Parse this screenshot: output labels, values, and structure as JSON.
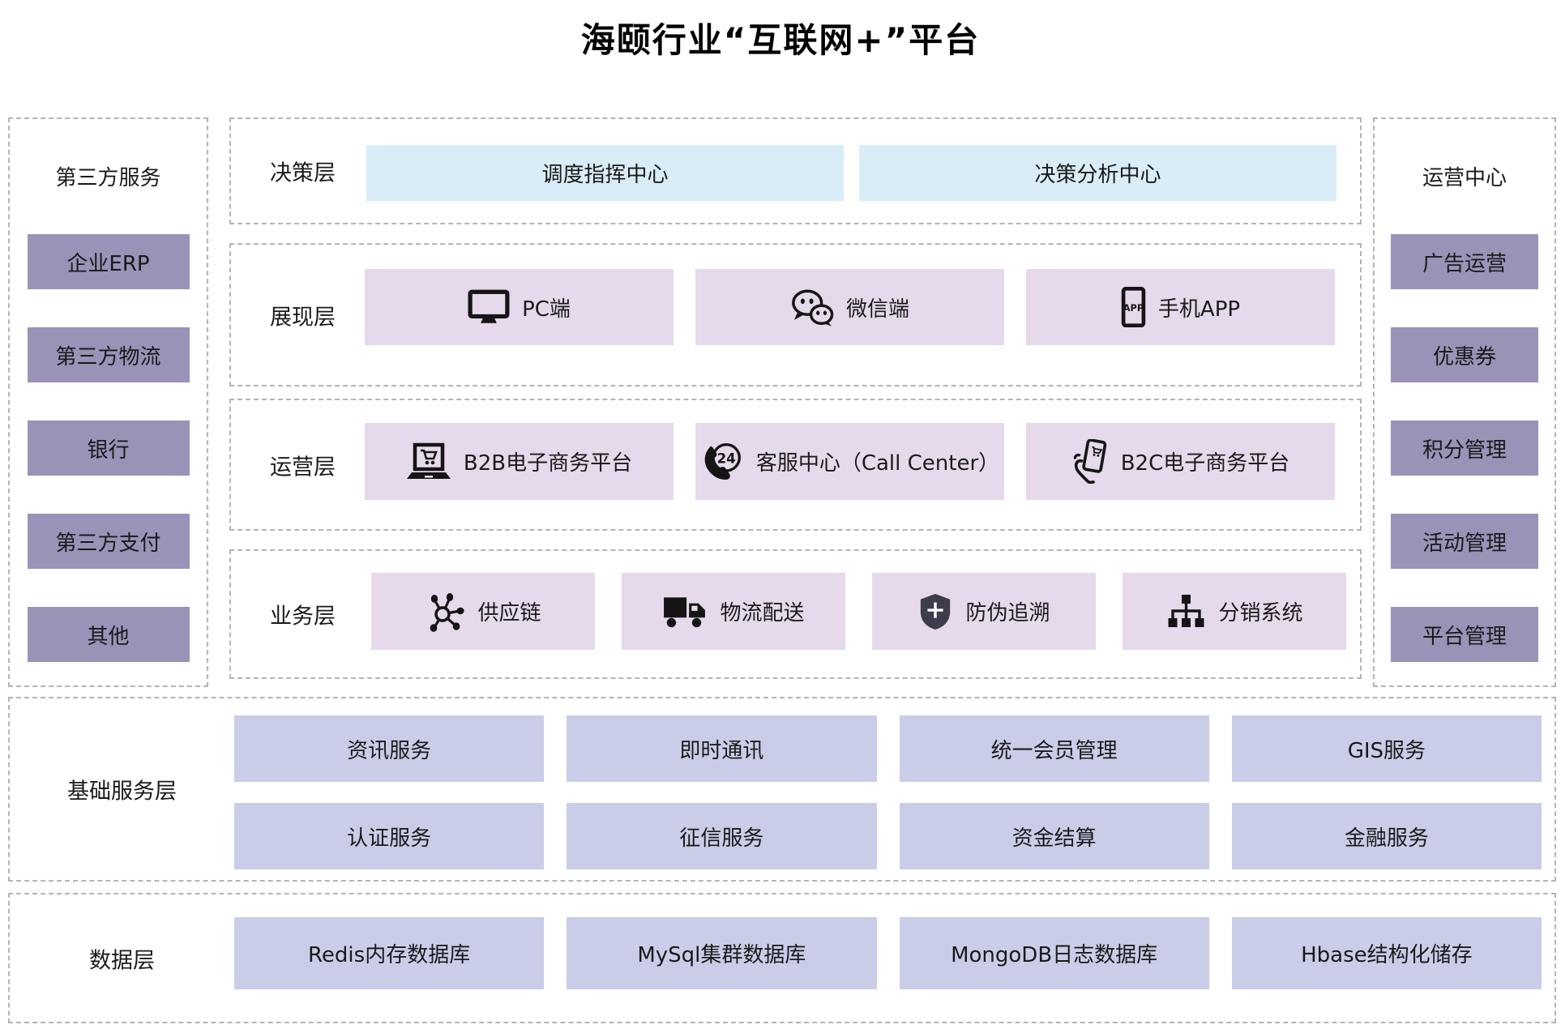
{
  "title": "海颐行业“互联网+”平台",
  "colors": {
    "decision_box": "#d9edf8",
    "middle_box": "#e6d9eb",
    "sidebar_box": "#9a92b7",
    "service_box": "#c9cde7",
    "dashed_border": "#b4b4b4",
    "text": "#1a1a1a",
    "shield_icon": "#3c3c4b"
  },
  "left_panel": {
    "title": "第三方服务",
    "items": [
      "企业ERP",
      "第三方物流",
      "银行",
      "第三方支付",
      "其他"
    ]
  },
  "right_panel": {
    "title": "运营中心",
    "items": [
      "广告运营",
      "优惠券",
      "积分管理",
      "活动管理",
      "平台管理"
    ]
  },
  "layers": [
    {
      "label": "决策层",
      "items": [
        {
          "text": "调度指挥中心"
        },
        {
          "text": "决策分析中心"
        }
      ]
    },
    {
      "label": "展现层",
      "items": [
        {
          "icon": "monitor-icon",
          "text": "PC端"
        },
        {
          "icon": "wechat-icon",
          "text": "微信端"
        },
        {
          "icon": "mobile-app-icon",
          "text": "手机APP"
        }
      ]
    },
    {
      "label": "运营层",
      "items": [
        {
          "icon": "laptop-cart-icon",
          "text": "B2B电子商务平台"
        },
        {
          "icon": "phone-24-icon",
          "text": "客服中心（Call Center）"
        },
        {
          "icon": "hand-phone-icon",
          "text": "B2C电子商务平台"
        }
      ]
    },
    {
      "label": "业务层",
      "items": [
        {
          "icon": "supply-chain-icon",
          "text": "供应链"
        },
        {
          "icon": "truck-icon",
          "text": "物流配送"
        },
        {
          "icon": "shield-plus-icon",
          "text": "防伪追溯"
        },
        {
          "icon": "sitemap-icon",
          "text": "分销系统"
        }
      ]
    }
  ],
  "base_service_layer": {
    "label": "基础服务层",
    "rows": [
      [
        "资讯服务",
        "即时通讯",
        "统一会员管理",
        "GIS服务"
      ],
      [
        "认证服务",
        "征信服务",
        "资金结算",
        "金融服务"
      ]
    ]
  },
  "data_layer": {
    "label": "数据层",
    "items": [
      "Redis内存数据库",
      "MySql集群数据库",
      "MongoDB日志数据库",
      "Hbase结构化储存"
    ]
  }
}
